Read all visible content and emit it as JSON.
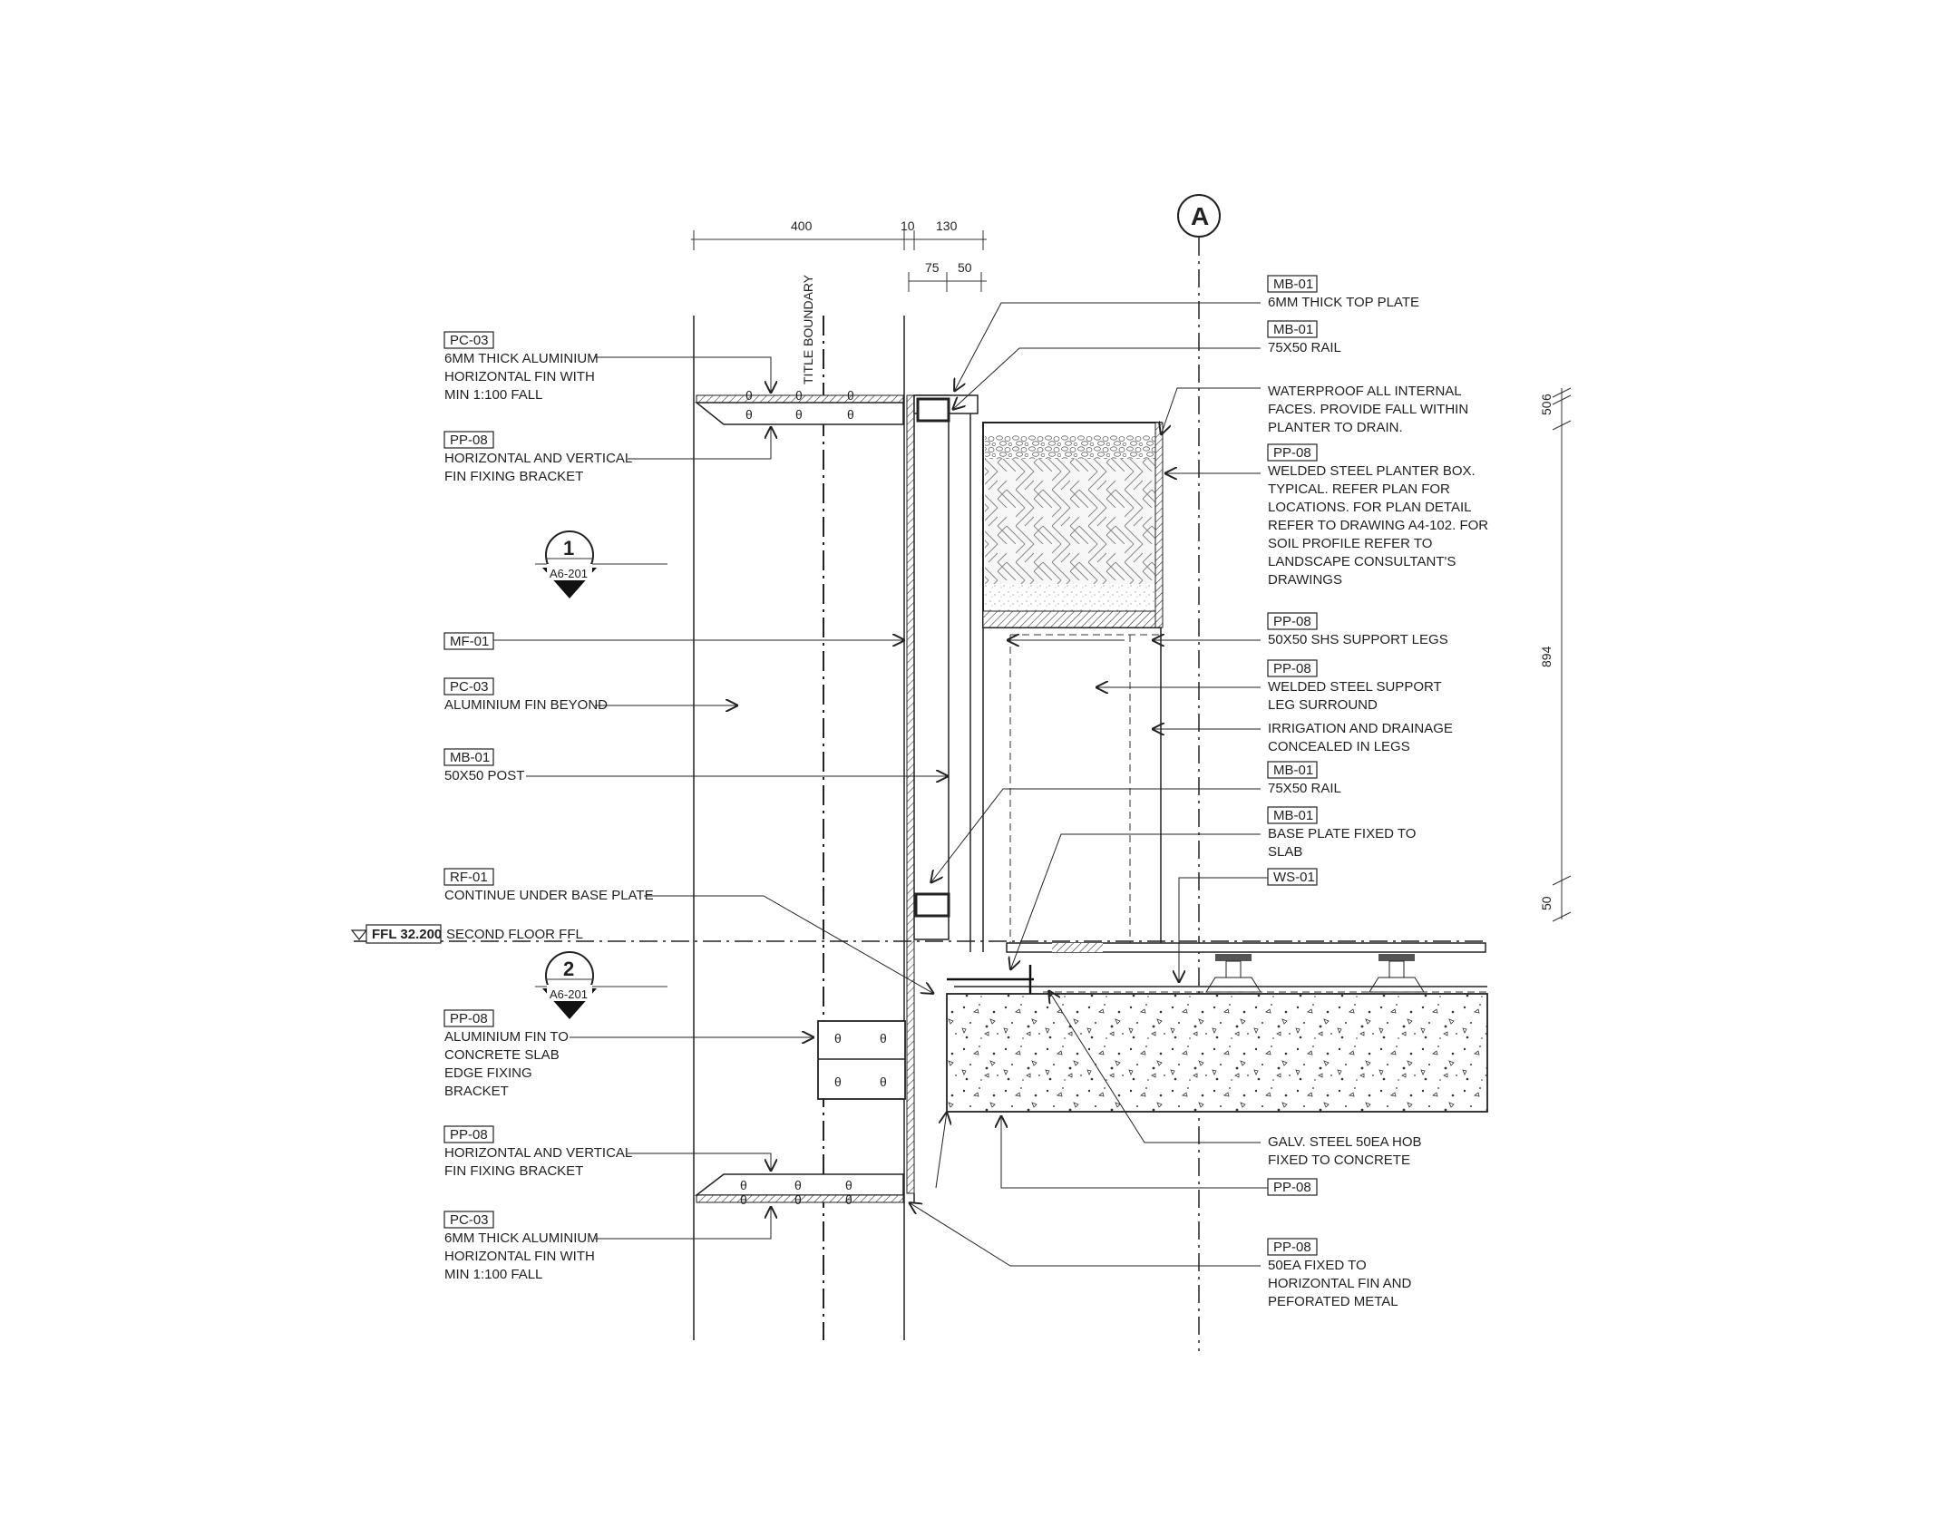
{
  "title": "",
  "grid": {
    "label": "A"
  },
  "boundary_label": "TITLE BOUNDARY",
  "dimensions_top": [
    "400",
    "10",
    "130",
    "75",
    "50"
  ],
  "dimensions_right": [
    "50",
    "6",
    "894",
    "50"
  ],
  "level": {
    "tag": "FFL 32.200",
    "text": "SECOND FLOOR FFL"
  },
  "section_markers": [
    {
      "number": "1",
      "sheet": "A6-201"
    },
    {
      "number": "2",
      "sheet": "A6-201"
    }
  ],
  "left_notes": [
    {
      "tag": "PC-03",
      "lines": [
        "6MM THICK ALUMINIUM",
        "HORIZONTAL FIN WITH",
        "MIN 1:100 FALL"
      ]
    },
    {
      "tag": "PP-08",
      "lines": [
        "HORIZONTAL AND VERTICAL",
        "FIN FIXING BRACKET"
      ]
    },
    {
      "tag": "MF-01",
      "lines": []
    },
    {
      "tag": "PC-03",
      "lines": [
        "ALUMINIUM FIN BEYOND"
      ]
    },
    {
      "tag": "MB-01",
      "lines": [
        "50X50 POST"
      ]
    },
    {
      "tag": "RF-01",
      "lines": [
        "CONTINUE UNDER BASE PLATE"
      ]
    },
    {
      "tag": "PP-08",
      "lines": [
        "ALUMINIUM FIN TO",
        "CONCRETE SLAB",
        "EDGE FIXING",
        "BRACKET"
      ]
    },
    {
      "tag": "PP-08",
      "lines": [
        "HORIZONTAL AND VERTICAL",
        "FIN FIXING BRACKET"
      ]
    },
    {
      "tag": "PC-03",
      "lines": [
        "6MM THICK ALUMINIUM",
        "HORIZONTAL FIN WITH",
        "MIN 1:100 FALL"
      ]
    }
  ],
  "right_notes": [
    {
      "tag": "MB-01",
      "lines": [
        "6MM THICK TOP PLATE"
      ]
    },
    {
      "tag": "MB-01",
      "lines": [
        "75X50 RAIL"
      ]
    },
    {
      "tag": "",
      "lines": [
        "WATERPROOF ALL INTERNAL",
        "FACES. PROVIDE FALL WITHIN",
        "PLANTER TO DRAIN."
      ]
    },
    {
      "tag": "PP-08",
      "lines": [
        "WELDED STEEL PLANTER BOX.",
        "TYPICAL. REFER PLAN FOR",
        "LOCATIONS. FOR PLAN DETAIL",
        "REFER TO DRAWING A4-102. FOR",
        "SOIL PROFILE REFER TO",
        "LANDSCAPE CONSULTANT'S",
        "DRAWINGS"
      ]
    },
    {
      "tag": "PP-08",
      "lines": [
        "50X50 SHS SUPPORT LEGS"
      ]
    },
    {
      "tag": "PP-08",
      "lines": [
        "WELDED STEEL SUPPORT",
        "LEG SURROUND"
      ]
    },
    {
      "tag": "",
      "lines": [
        "IRRIGATION AND DRAINAGE",
        "CONCEALED IN LEGS"
      ]
    },
    {
      "tag": "MB-01",
      "lines": [
        "75X50 RAIL"
      ]
    },
    {
      "tag": "MB-01",
      "lines": [
        "BASE PLATE FIXED TO",
        "SLAB"
      ]
    },
    {
      "tag": "WS-01",
      "lines": []
    },
    {
      "tag": "",
      "lines": [
        "GALV. STEEL 50EA HOB",
        "FIXED TO CONCRETE"
      ]
    },
    {
      "tag": "PP-08",
      "lines": []
    },
    {
      "tag": "PP-08",
      "lines": [
        "50EA FIXED TO",
        "HORIZONTAL FIN AND",
        "PEFORATED METAL"
      ]
    }
  ]
}
